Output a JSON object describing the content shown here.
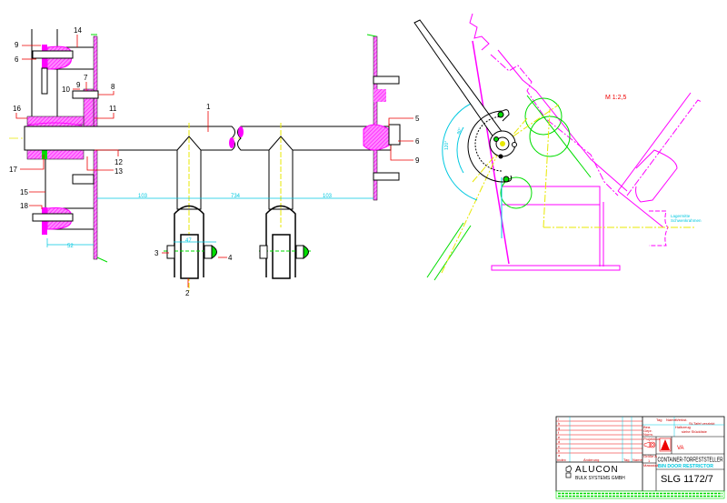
{
  "drawing": {
    "scale": "M 1:2,5",
    "annotation": [
      "Lagermitte",
      "Schwenkrahmen"
    ],
    "angles": [
      "120°",
      "90°"
    ],
    "dimensions": {
      "left_offset": "103",
      "center_span": "734",
      "right_offset": "103",
      "flange_depth": "52",
      "wheel_axle": "47"
    },
    "part_labels": {
      "p9a": "9",
      "p6a": "6",
      "p14": "14",
      "p7": "7",
      "p9b": "9",
      "p10": "10",
      "p8": "8",
      "p11": "11",
      "p16": "16",
      "p1": "1",
      "p12": "12",
      "p13": "13",
      "p17": "17",
      "p15": "15",
      "p18": "18",
      "p5": "5",
      "p6b": "6",
      "p9c": "9",
      "p3": "3",
      "p4": "4",
      "p2": "2"
    }
  },
  "title_block": {
    "revision_rows": [
      "i",
      "h",
      "g",
      "f",
      "e",
      "d",
      "c",
      "b",
      "a"
    ],
    "revision_headers": {
      "index": "Index",
      "change": "Änderung",
      "day": "Tag",
      "name": "Name"
    },
    "company": "ALUCON",
    "company_sub": "BULK SYSTEMS GMBH",
    "head_day": "Tag",
    "head_name": "Name",
    "material_label": "Werkst.",
    "material": "St-Tafel verzinkt",
    "rows": [
      "Bea.",
      "Gepr.",
      "Norm."
    ],
    "semi_label": "Halbzeug",
    "semi": "siehe Stückliste",
    "projection_label": "Projektion",
    "size_label": "Größe A",
    "size_value": "1",
    "scale_label": "Massstab",
    "va": "VA",
    "title_de": "CONTAINER-TORFESTSTELLER",
    "title_en": "BIN DOOR RESTRICTOR",
    "drawing_no": "SLG 1172/7"
  },
  "colors": {
    "magenta": "#ff00ff",
    "green": "#00dd00",
    "yellow": "#e8e800",
    "cyan": "#00c8e0",
    "red": "#ee0000"
  }
}
